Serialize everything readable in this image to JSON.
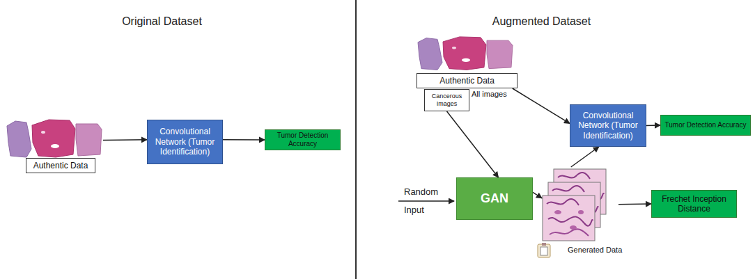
{
  "diagram": {
    "nodes": [
      {
        "text": [
          "Authentic Data"
        ]
      },
      {
        "text": [
          "Convolutional Network (Tumor Identification)"
        ]
      },
      {
        "text": [
          "Tumor Detection Accuracy"
        ]
      },
      {
        "text": [
          "Authentic Data"
        ]
      },
      {
        "text": [
          "Cancerous Images"
        ]
      },
      {
        "text": [
          "Convolutional Network (Tumor Identification)"
        ]
      },
      {
        "text": [
          "Tumor Detection Accuracy"
        ]
      },
      {
        "text": [
          "GAN"
        ]
      },
      {
        "text": [
          "Generated Data"
        ]
      },
      {
        "text": [
          "Frechet Inception Distance"
        ]
      }
    ],
    "edges": [
      {
        "from": 0,
        "to": 1,
        "arrow": "to"
      },
      {
        "from": 1,
        "to": 2,
        "arrow": "to"
      },
      {
        "from": 3,
        "to": 5,
        "arrow": "to",
        "label": "All images"
      },
      {
        "from": 5,
        "to": 6,
        "arrow": "to"
      },
      {
        "from": 4,
        "to": 7,
        "arrow": "to"
      },
      {
        "from": 7,
        "to": 8,
        "arrow": "to"
      },
      {
        "from": 8,
        "to": 5,
        "arrow": "to"
      },
      {
        "from": 8,
        "to": 9,
        "arrow": "to"
      }
    ],
    "labels": [
      "Original Dataset",
      "Augmented Dataset",
      "Random Input"
    ]
  }
}
